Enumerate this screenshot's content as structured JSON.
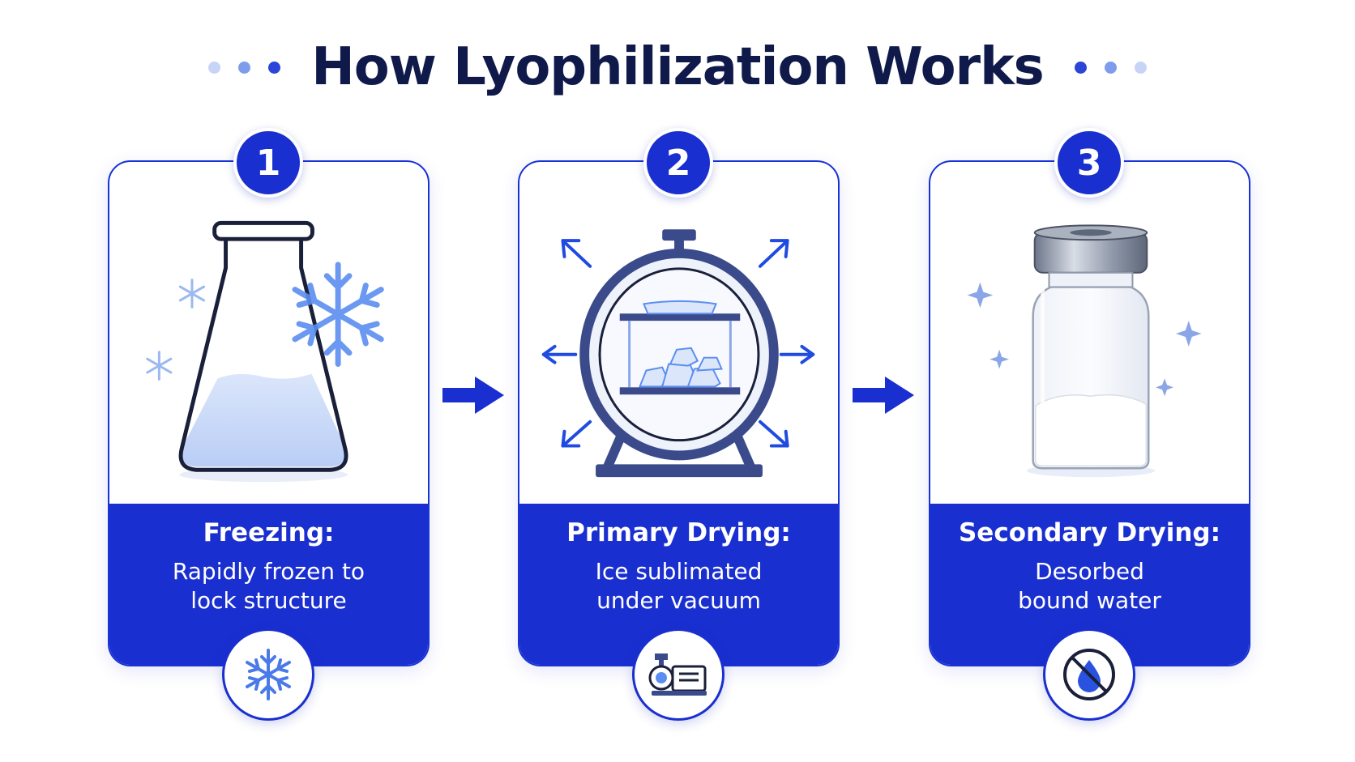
{
  "title": "How Lyophilization Works",
  "colors": {
    "primary": "#1a2fd0",
    "title": "#0f1a4a",
    "ice": "#5b8ef0",
    "dot_light": "#c8d4f5",
    "dot_mid": "#7f9cec",
    "dot_dark": "#2a45d8"
  },
  "steps": [
    {
      "number": "1",
      "title": "Freezing:",
      "description": [
        "Rapidly frozen to",
        "lock structure"
      ],
      "illustration": "flask-icon",
      "footer_icon": "snowflake-icon"
    },
    {
      "number": "2",
      "title": "Primary Drying:",
      "description": [
        "Ice sublimated",
        "under vacuum"
      ],
      "illustration": "vacuum-chamber-icon",
      "footer_icon": "vacuum-pump-icon"
    },
    {
      "number": "3",
      "title": "Secondary Drying:",
      "description": [
        "Desorbed",
        "bound water"
      ],
      "illustration": "vial-icon",
      "footer_icon": "no-water-icon"
    }
  ]
}
